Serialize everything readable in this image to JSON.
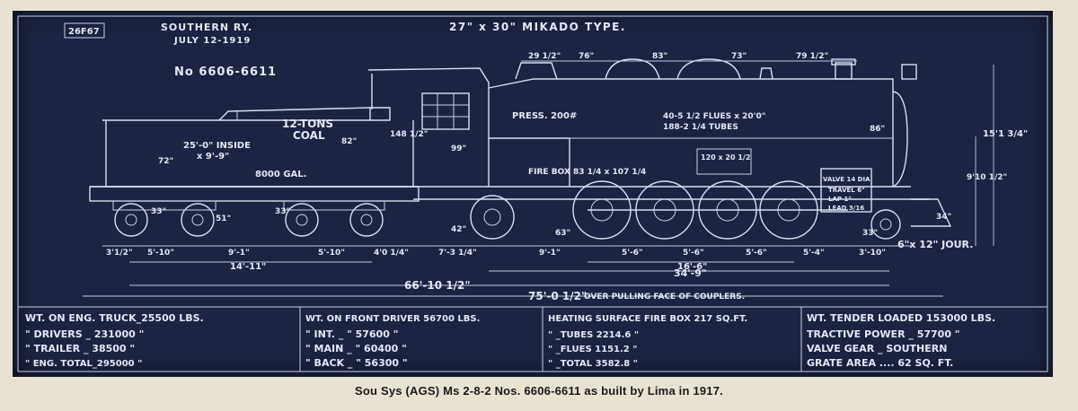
{
  "header": {
    "railway": "SOUTHERN RY.",
    "date": "JULY 12-1919",
    "type": "27\" x 30\" MIKADO TYPE.",
    "numbers": "No 6606-6611",
    "stamp": "26F67"
  },
  "drawing_labels": {
    "tons_coal": "12-TONS",
    "coal": "COAL",
    "tank_inside": "25'-0\" INSIDE",
    "tank_width": "x 9'-9\"",
    "gallons": "8000 GAL.",
    "press": "PRESS. 200#",
    "flues": "40-5 1/2 FLUES x 20'0\"",
    "tubes": "188-2 1/4 TUBES",
    "firebox": "FIRE BOX 83 1/4 x 107 1/4",
    "grate_size": "120 x 20 1/2",
    "valve": "VALVE 14 DIA",
    "travel": "TRAVEL 6\"",
    "lap": "LAP 1\"",
    "lead": "LEAD 3/16",
    "journal": "6\"x 12\" JOUR."
  },
  "dimensions": {
    "top": [
      "29 1/2\"",
      "76\"",
      "83\"",
      "73\"",
      "79 1/2\""
    ],
    "heights": [
      "72\"",
      "82\"",
      "148 1/2\"",
      "99\"",
      "86\"",
      "15'1 3/4\"",
      "9'10 1/2\"",
      "34\"",
      "51\""
    ],
    "wheels": [
      "33\"",
      "33\"",
      "42\"",
      "63\"",
      "33\""
    ],
    "spacings_row1": [
      "3'1/2\"",
      "5'-10\"",
      "9'-1\"",
      "5'-10\"",
      "4'0 1/4\"",
      "7'-3 1/4\"",
      "9'-1\"",
      "5'-6\"",
      "5'-6\"",
      "5'-6\"",
      "5'-4\"",
      "3'-10\""
    ],
    "spacings_row2": [
      "14'-11\"",
      "16'-6\""
    ],
    "spacings_row3": [
      "34'-9\""
    ],
    "overall_wheelbase": "66'-10 1/2\"",
    "overall_length": "75'-0 1/2\"",
    "over_couplers": "OVER PULLING FACE OF COUPLERS."
  },
  "table": {
    "col1": [
      "WT. ON ENG. TRUCK_25500 LBS.",
      "\"     DRIVERS _ 231000  \"",
      "\"     TRAILER _ 38500   \"",
      "\"     ENG. TOTAL_295000 \""
    ],
    "col2": [
      "WT. ON FRONT DRIVER 56700 LBS.",
      "\"     INT.  _  \"    57600 \"",
      "\"     MAIN  _  \"    60400 \"",
      "\"     BACK  _  \"    56300 \""
    ],
    "col3": [
      "HEATING SURFACE FIRE BOX 217 SQ.FT.",
      "\"          _TUBES 2214.6 \"",
      "\"          _FLUES 1151.2 \"",
      "\"          _TOTAL 3582.8 \""
    ],
    "col4": [
      "WT. TENDER LOADED 153000 LBS.",
      "TRACTIVE POWER _ 57700 \"",
      "VALVE GEAR _ SOUTHERN",
      "GRATE AREA .... 62 SQ. FT."
    ]
  },
  "caption": "Sou Sys (AGS) Ms 2-8-2 Nos. 6606-6611 as built by Lima in 1917."
}
